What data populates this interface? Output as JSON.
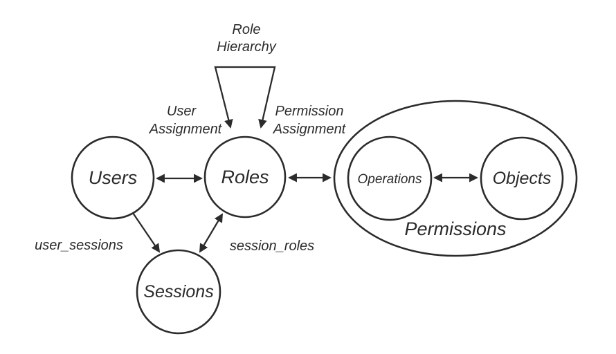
{
  "colors": {
    "stroke": "#2b2b2b",
    "text": "#2b2b2b",
    "background": "#ffffff"
  },
  "nodes": {
    "users": "Users",
    "roles": "Roles",
    "sessions": "Sessions",
    "operations": "Operations",
    "objects": "Objects",
    "permissions_group": "Permissions"
  },
  "labels": {
    "role_hierarchy_line1": "Role",
    "role_hierarchy_line2": "Hierarchy",
    "user_assignment_line1": "User",
    "user_assignment_line2": "Assignment",
    "permission_assignment_line1": "Permission",
    "permission_assignment_line2": "Assignment",
    "user_sessions": "user_sessions",
    "session_roles": "session_roles"
  },
  "edges": [
    {
      "from": "Users",
      "to": "Roles",
      "type": "double-arrow",
      "label": "User Assignment"
    },
    {
      "from": "Roles",
      "to": "Permissions",
      "type": "double-arrow",
      "label": "Permission Assignment"
    },
    {
      "from": "Operations",
      "to": "Objects",
      "type": "double-arrow",
      "label": ""
    },
    {
      "from": "Users",
      "to": "Sessions",
      "type": "single-arrow",
      "label": "user_sessions"
    },
    {
      "from": "Sessions",
      "to": "Roles",
      "type": "double-arrow",
      "label": "session_roles"
    },
    {
      "from": "Roles",
      "to": "Roles",
      "type": "self-loop-arrows",
      "label": "Role Hierarchy"
    }
  ]
}
